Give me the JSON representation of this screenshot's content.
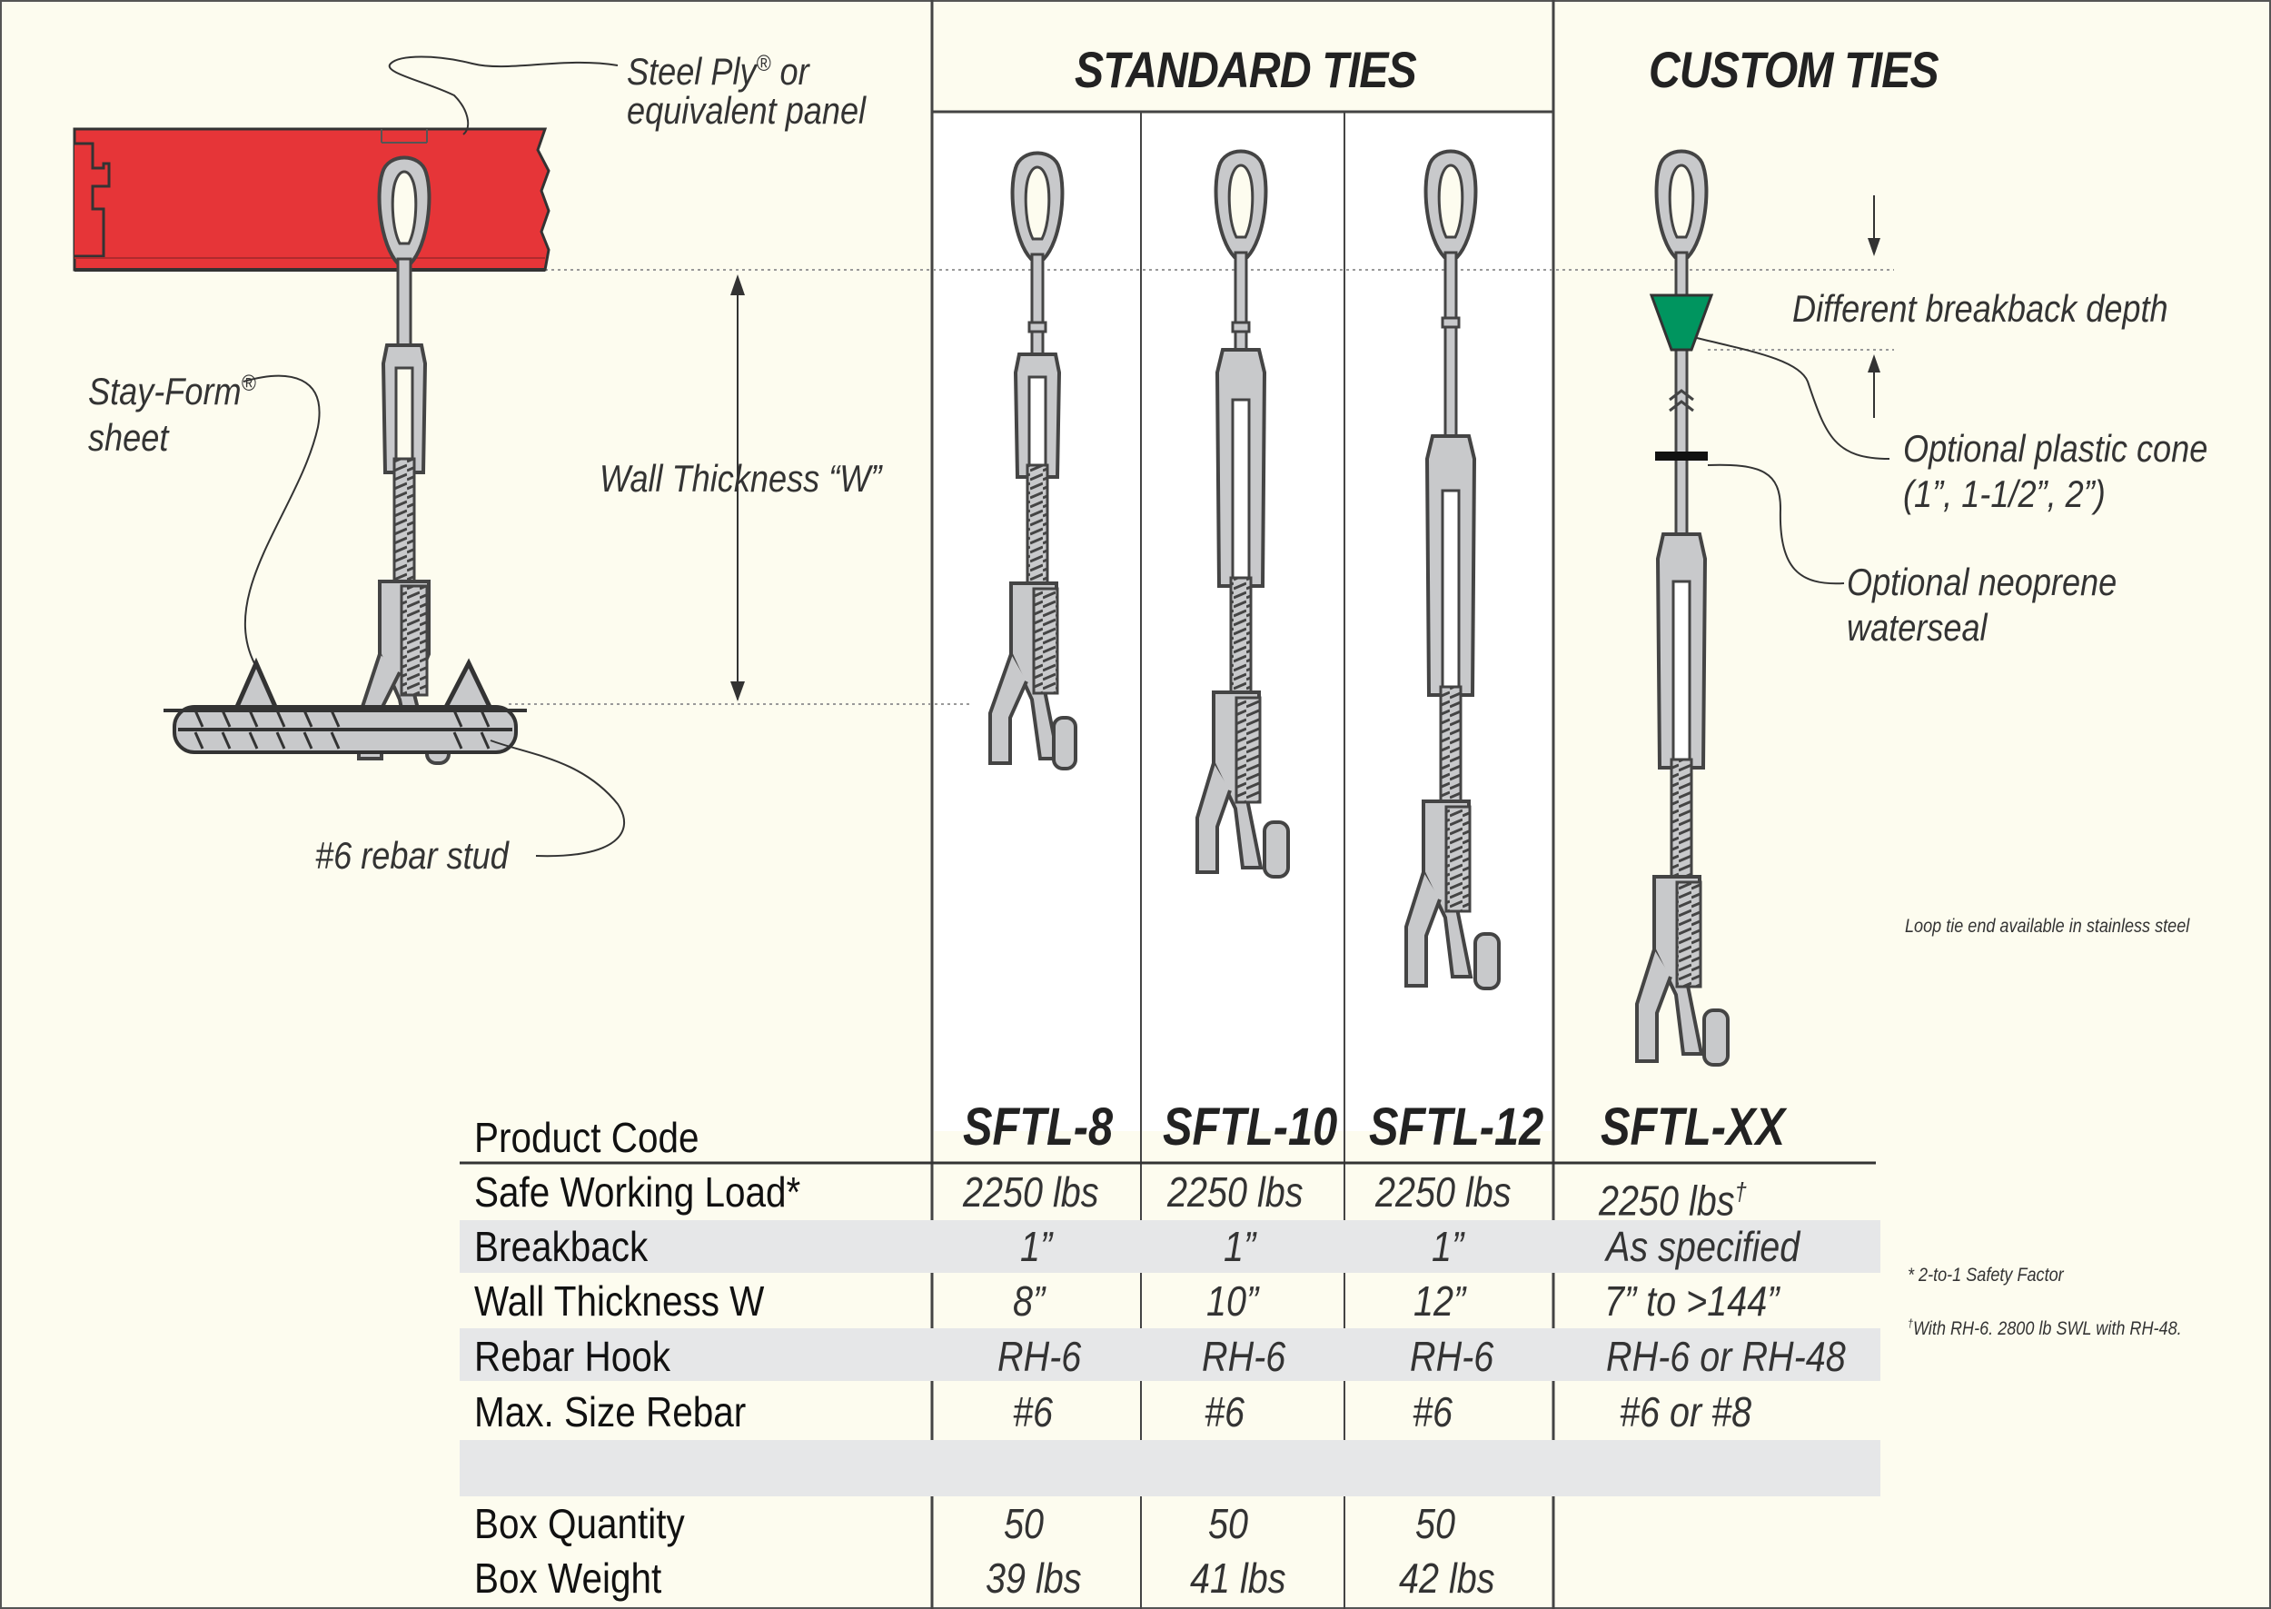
{
  "headers": {
    "standard": "STANDARD TIES",
    "custom": "CUSTOM TIES"
  },
  "labels": {
    "steel_ply_1": "Steel Ply",
    "steel_ply_reg": "®",
    "steel_ply_2": " or",
    "steel_ply_3": "equivalent panel",
    "stay_form_1": "Stay-Form",
    "stay_form_reg": "®",
    "stay_form_2": "sheet",
    "wall_thickness": "Wall Thickness “W”",
    "rebar_stud": "#6 rebar stud",
    "breakback_depth": "Different breakback depth",
    "plastic_cone_1": "Optional plastic cone",
    "plastic_cone_2": "(1”, 1-1/2”, 2”)",
    "waterseal_1": "Optional neoprene",
    "waterseal_2": "waterseal",
    "stainless": "Loop tie end available in stainless steel"
  },
  "notes": {
    "safety": "* 2-to-1 Safety Factor",
    "dagger_mark": "†",
    "rh48": "With RH-6. 2800 lb SWL with RH-48."
  },
  "table": {
    "header_label": "Product Code",
    "products": [
      "SFTL-8",
      "SFTL-10",
      "SFTL-12",
      "SFTL-XX"
    ],
    "rows": [
      {
        "label": "Safe Working Load*",
        "values": [
          "2250 lbs",
          "2250 lbs",
          "2250 lbs",
          "2250 lbs"
        ],
        "custom_mark": "†"
      },
      {
        "label": "Breakback",
        "values": [
          "1”",
          "1”",
          "1”",
          "As specified"
        ]
      },
      {
        "label": "Wall Thickness W",
        "values": [
          "8”",
          "10”",
          "12”",
          "7” to >144”"
        ]
      },
      {
        "label": "Rebar Hook",
        "values": [
          "RH-6",
          "RH-6",
          "RH-6",
          "RH-6 or RH-48"
        ]
      },
      {
        "label": "Max. Size Rebar",
        "values": [
          "#6",
          "#6",
          "#6",
          "#6 or #8"
        ]
      },
      {
        "label": "Box Quantity",
        "values": [
          "50",
          "50",
          "50",
          ""
        ]
      },
      {
        "label": "Box Weight",
        "values": [
          "39 lbs",
          "41 lbs",
          "42 lbs",
          ""
        ]
      }
    ]
  },
  "colors": {
    "panel_red": "#e63538",
    "cone_green": "#00955f",
    "band_gray": "#e6e7e8",
    "paper": "#fdfcef"
  },
  "icons": [
    "loop-tie-illustration",
    "red-steel-panel",
    "rebar-bundle",
    "plastic-cone",
    "neoprene-waterseal"
  ]
}
